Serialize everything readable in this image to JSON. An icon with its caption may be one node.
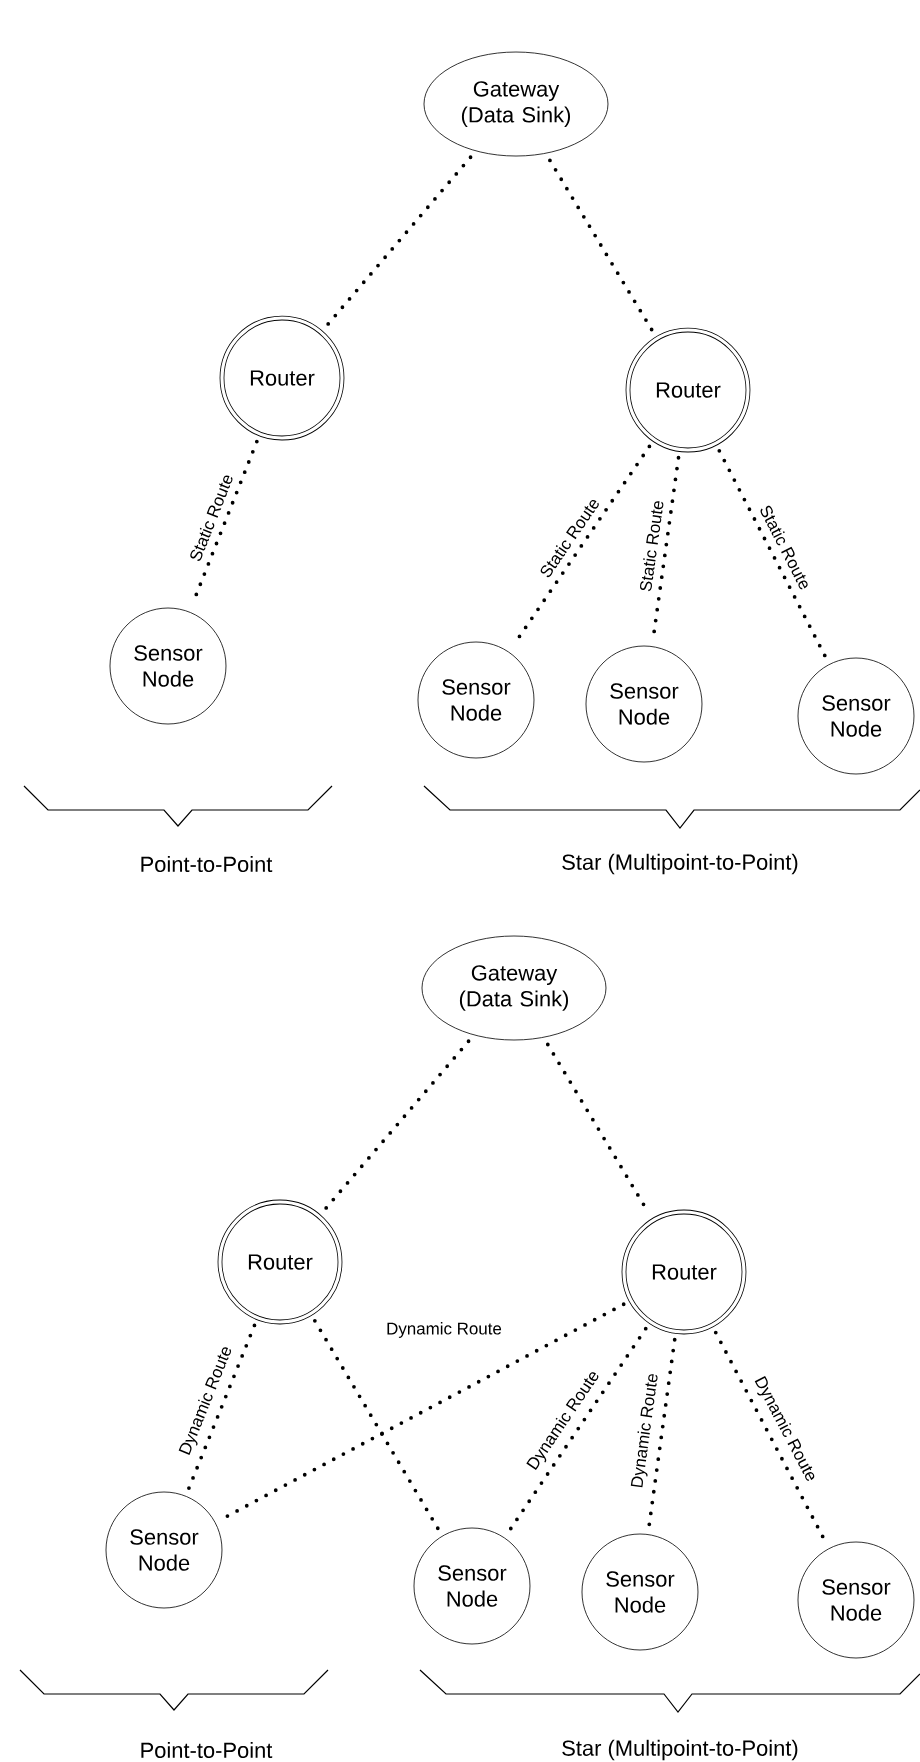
{
  "diagram": {
    "nodes": [
      {
        "text": [
          "Gateway (Data Sink)"
        ]
      },
      {
        "text": [
          "Router"
        ]
      },
      {
        "text": [
          "Router"
        ]
      },
      {
        "text": [
          "Sensor Node"
        ]
      },
      {
        "text": [
          "Sensor Node"
        ]
      },
      {
        "text": [
          "Sensor Node"
        ]
      },
      {
        "text": [
          "Sensor Node"
        ]
      },
      {
        "text": [
          "Gateway (Data Sink)"
        ]
      },
      {
        "text": [
          "Router"
        ]
      },
      {
        "text": [
          "Router"
        ]
      },
      {
        "text": [
          "Sensor Node"
        ]
      },
      {
        "text": [
          "Sensor Node"
        ]
      },
      {
        "text": [
          "Sensor Node"
        ]
      },
      {
        "text": [
          "Sensor Node"
        ]
      }
    ],
    "edges": [
      {
        "from": 0,
        "to": 1,
        "arrow": "none"
      },
      {
        "from": 0,
        "to": 2,
        "arrow": "none"
      },
      {
        "from": 1,
        "to": 3,
        "arrow": "none",
        "label": "Static Route"
      },
      {
        "from": 2,
        "to": 4,
        "arrow": "none",
        "label": "Static Route"
      },
      {
        "from": 2,
        "to": 5,
        "arrow": "none",
        "label": "Static Route"
      },
      {
        "from": 2,
        "to": 6,
        "arrow": "none",
        "label": "Static Route"
      },
      {
        "from": 7,
        "to": 8,
        "arrow": "none"
      },
      {
        "from": 7,
        "to": 9,
        "arrow": "none"
      },
      {
        "from": 8,
        "to": 10,
        "arrow": "none",
        "label": "Dynamic Route"
      },
      {
        "from": 8,
        "to": 11,
        "arrow": "none",
        "label": "Dynamic Route"
      },
      {
        "from": 9,
        "to": 10,
        "arrow": "none"
      },
      {
        "from": 9,
        "to": 11,
        "arrow": "none",
        "label": "Dynamic Route"
      },
      {
        "from": 9,
        "to": 12,
        "arrow": "none",
        "label": "Dynamic Route"
      },
      {
        "from": 9,
        "to": 13,
        "arrow": "none",
        "label": "Dynamic Route"
      }
    ],
    "labels": [
      "Point-to-Point",
      "Star (Multipoint-to-Point)",
      "Point-to-Point",
      "Star (Multipoint-to-Point)"
    ]
  }
}
